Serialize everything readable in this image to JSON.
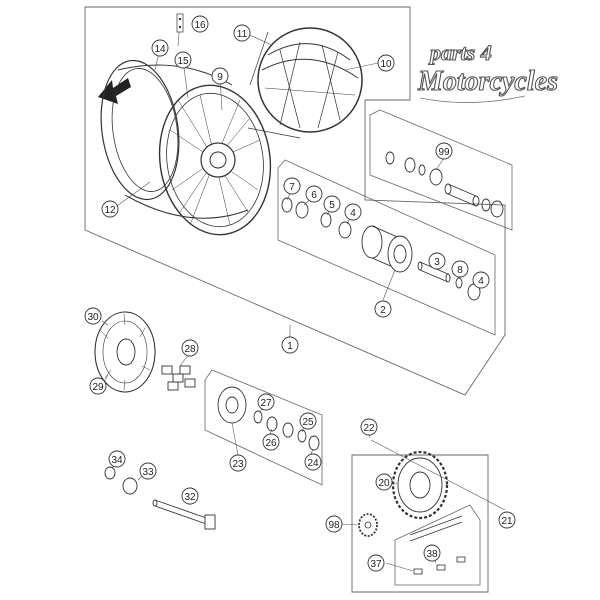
{
  "logo": {
    "line1": "parts 4",
    "line2": "Motorcycles"
  },
  "callouts": {
    "c1": "1",
    "c2": "2",
    "c4a": "4",
    "c4b": "4",
    "c5": "5",
    "c6": "6",
    "c7": "7",
    "c8": "8",
    "c9": "9",
    "c10": "10",
    "c11": "11",
    "c12": "12",
    "c14": "14",
    "c15": "15",
    "c16": "16",
    "c20": "20",
    "c21": "21",
    "c22": "22",
    "c23": "23",
    "c24": "24",
    "c25": "25",
    "c26": "26",
    "c27": "27",
    "c28": "28",
    "c29": "29",
    "c30": "30",
    "c32": "32",
    "c33": "33",
    "c34": "34",
    "c37": "37",
    "c38": "38",
    "c98": "98",
    "c99": "99"
  }
}
